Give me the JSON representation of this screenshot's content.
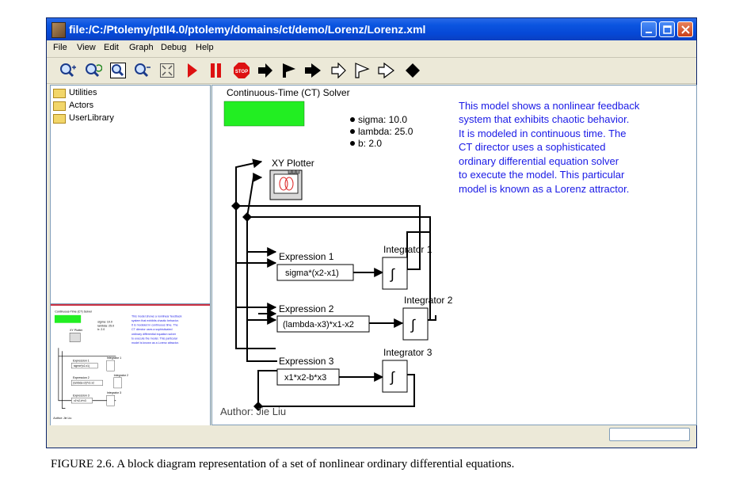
{
  "window": {
    "title": "file:/C:/Ptolemy/ptII4.0/ptolemy/domains/ct/demo/Lorenz/Lorenz.xml"
  },
  "menu": [
    "File",
    "View",
    "Edit",
    "Graph",
    "Debug",
    "Help"
  ],
  "toolbar": {
    "icons": [
      "zoom-in-icon",
      "zoom-reset-icon",
      "zoom-fit-icon",
      "zoom-out-icon",
      "full-screen-icon",
      "run-icon",
      "pause-icon",
      "stop-icon",
      "port-icon",
      "input-port-icon",
      "output-port-icon",
      "io-port-icon",
      "multiport-icon",
      "input-multiport-icon",
      "output-multiport-icon",
      "relation-icon"
    ],
    "stop_label": "STOP"
  },
  "library": {
    "items": [
      "Utilities",
      "Actors",
      "UserLibrary"
    ]
  },
  "overview": {
    "director": "Continuous-Time (CT) Solver",
    "params": [
      "sigma: 10.0",
      "lambda: 25.0",
      "b: 2.0"
    ],
    "note": [
      "This model shows a nonlinear feedback",
      "system that exhibits chaotic behavior.",
      "It is modeled in continuous time. The",
      "CT director uses a sophisticated",
      "ordinary differential equation solver",
      "to execute the model. This particular",
      "model is known as a Lorenz attractor."
    ],
    "plotter": "XY Plotter",
    "expr1": "Expression 1",
    "expr1_val": "sigma*(x2-x1)",
    "expr2": "Expression 2",
    "expr2_val": "(lambda-x3)*x1-x2",
    "expr3": "Expression 3",
    "expr3_val": "x1*x2-b*x3",
    "int1": "Integrator 1",
    "int2": "Integrator 2",
    "int3": "Integrator 3",
    "author": "Author: Jie Liu"
  },
  "canvas": {
    "director_label": "Continuous-Time (CT) Solver",
    "director_color": "#22ee22",
    "params": [
      "sigma: 10.0",
      "lambda: 25.0",
      "b: 2.0"
    ],
    "annotation_color": "#1a1ae6",
    "annotation": [
      "This model shows a nonlinear feedback",
      "system that exhibits chaotic behavior.",
      "It is modeled in continuous time. The",
      "CT director uses a sophisticated",
      "ordinary differential equation solver",
      "to execute the model. This particular",
      "model is known as a Lorenz attractor."
    ],
    "plotter_label": "XY Plotter",
    "expr1_label": "Expression 1",
    "expr1_value": "sigma*(x2-x1)",
    "expr2_label": "Expression 2",
    "expr2_value": "(lambda-x3)*x1-x2",
    "expr3_label": "Expression 3",
    "expr3_value": "x1*x2-b*x3",
    "int1_label": "Integrator 1",
    "int2_label": "Integrator 2",
    "int3_label": "Integrator 3",
    "author": "Author: Jie Liu"
  },
  "caption": "FIGURE 2.6.  A block diagram representation of a set of nonlinear ordinary differential equations."
}
